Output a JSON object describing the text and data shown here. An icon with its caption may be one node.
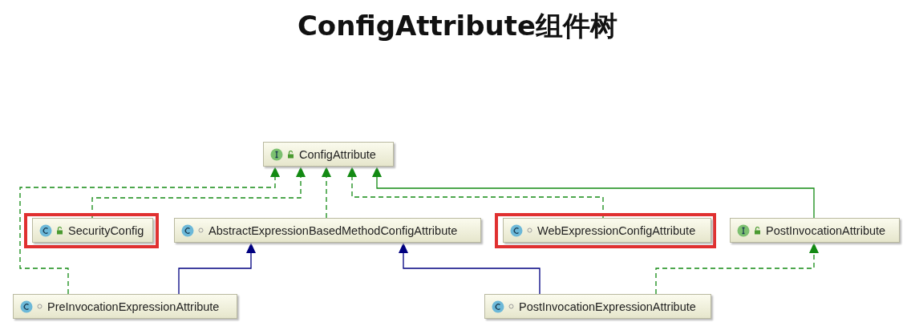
{
  "diagram": {
    "title": "ConfigAttribute组件树",
    "nodes": [
      {
        "text": [
          "ConfigAttribute"
        ]
      },
      {
        "text": [
          "SecurityConfig"
        ]
      },
      {
        "text": [
          "AbstractExpressionBasedMethodConfigAttribute"
        ]
      },
      {
        "text": [
          "WebExpressionConfigAttribute"
        ]
      },
      {
        "text": [
          "PostInvocationAttribute"
        ]
      },
      {
        "text": [
          "PreInvocationExpressionAttribute"
        ]
      },
      {
        "text": [
          "PostInvocationExpressionAttribute"
        ]
      }
    ],
    "edges": [
      {
        "from": 5,
        "to": 0,
        "arrow": "to",
        "style": "dashed"
      },
      {
        "from": 1,
        "to": 0,
        "arrow": "to",
        "style": "dashed"
      },
      {
        "from": 2,
        "to": 0,
        "arrow": "to",
        "style": "dashed"
      },
      {
        "from": 3,
        "to": 0,
        "arrow": "to",
        "style": "dashed"
      },
      {
        "from": 4,
        "to": 0,
        "arrow": "to"
      },
      {
        "from": 5,
        "to": 2,
        "arrow": "to",
        "color": "#000080"
      },
      {
        "from": 6,
        "to": 2,
        "arrow": "to",
        "color": "#000080"
      },
      {
        "from": 6,
        "to": 4,
        "arrow": "to",
        "style": "dashed"
      }
    ]
  }
}
